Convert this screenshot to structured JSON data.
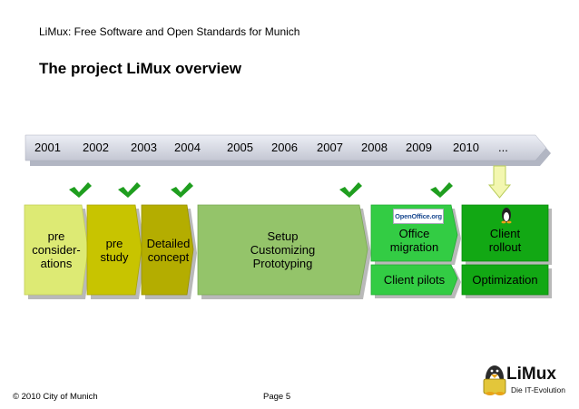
{
  "header": {
    "subtitle": "LiMux: Free Software and Open Standards for Munich",
    "title": "The project LiMux overview"
  },
  "timeline": {
    "years": [
      "2001",
      "2002",
      "2003",
      "2004",
      "2005",
      "2006",
      "2007",
      "2008",
      "2009",
      "2010",
      "..."
    ],
    "timeline_color": "#d0d3de"
  },
  "phases": {
    "pre_considerations": "pre\nconsider-\nations",
    "pre_study": "pre\nstudy",
    "detailed_concept": "Detailed\nconcept",
    "setup": "Setup\nCustomizing\nPrototyping",
    "office_migration": "Office\nmigration",
    "client_pilots": "Client pilots",
    "client_rollout": "Client\nrollout",
    "optimization": "Optimization"
  },
  "icons": {
    "office_logo_text": "OpenOffice.org",
    "check": "check-icon",
    "arrow": "down-arrow-icon",
    "tux": "tux-icon"
  },
  "colors": {
    "pale_yellow": "#ddea74",
    "yellow": "#c8c400",
    "olive": "#b4ad00",
    "light_green": "#94c46a",
    "green": "#33cc44",
    "bright_green": "#12a814",
    "check_green": "#1f9e1f"
  },
  "footer": {
    "copyright": "© 2010 City of Munich",
    "page": "Page 5"
  },
  "logo": {
    "name": "LiMux",
    "tagline": "Die IT-Evolution"
  }
}
